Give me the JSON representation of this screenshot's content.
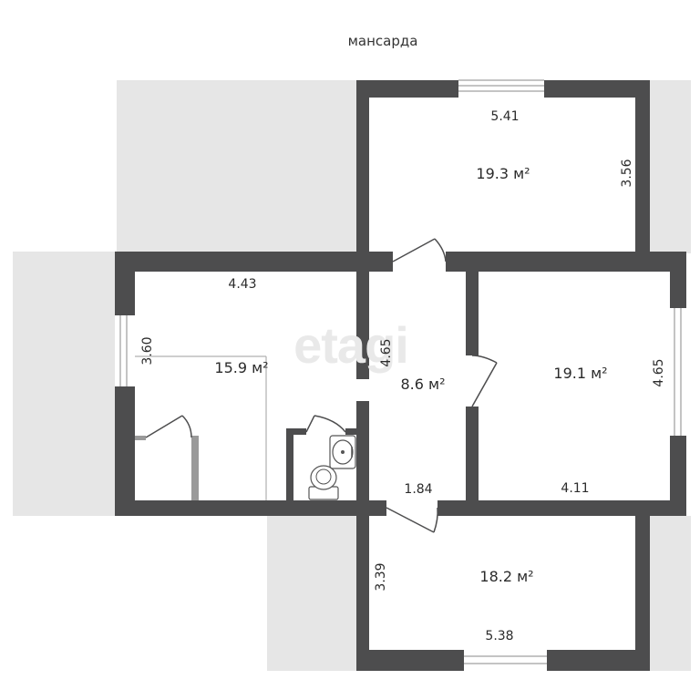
{
  "plan": {
    "title": "мансарда",
    "watermark": "etagi",
    "colors": {
      "wall": "#4d4d4e",
      "terrace": "#e6e6e6",
      "background": "#ffffff",
      "fixture": "#b8b8b8"
    },
    "rooms": {
      "top": {
        "area": "19.3 м²",
        "width": "5.41",
        "height": "3.56"
      },
      "left": {
        "area": "15.9 м²",
        "width": "4.43",
        "height": "3.60"
      },
      "corridor": {
        "area": "8.6 м²",
        "height": "4.65",
        "width": "1.84"
      },
      "right": {
        "area": "19.1 м²",
        "width": "4.11",
        "height": "4.65"
      },
      "bottom": {
        "area": "18.2 м²",
        "width": "5.38",
        "height": "3.39"
      }
    }
  }
}
